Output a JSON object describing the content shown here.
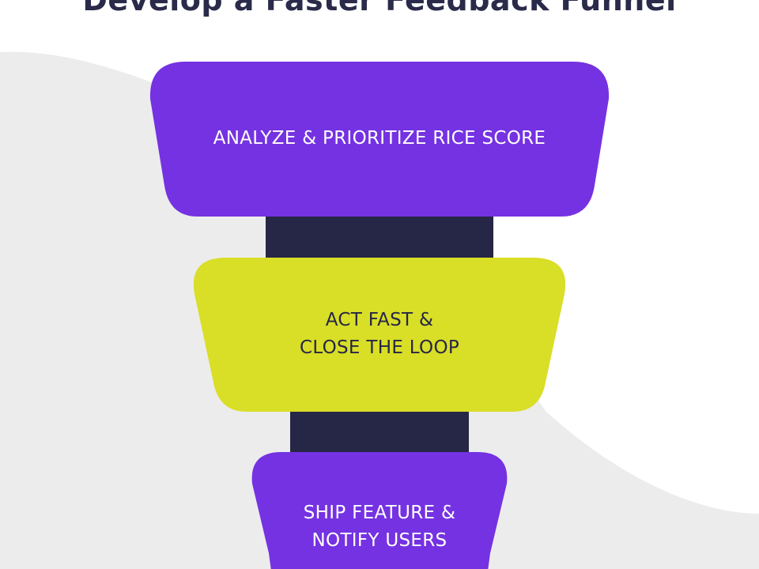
{
  "title": "Develop a Faster Feedback Funnel",
  "colors": {
    "background": "#ffffff",
    "backdrop_shape": "#ececec",
    "purple": "#7532e2",
    "yellow": "#d9de27",
    "connector": "#262646",
    "title_text": "#2a2a4a",
    "light_text": "#ffffff",
    "dark_text": "#262646"
  },
  "stages": [
    {
      "lines": [
        "ANALYZE & PRIORITIZE RICE SCORE"
      ]
    },
    {
      "lines": [
        "ACT FAST &",
        "CLOSE THE LOOP"
      ]
    },
    {
      "lines": [
        "SHIP FEATURE &",
        "NOTIFY USERS"
      ]
    }
  ]
}
